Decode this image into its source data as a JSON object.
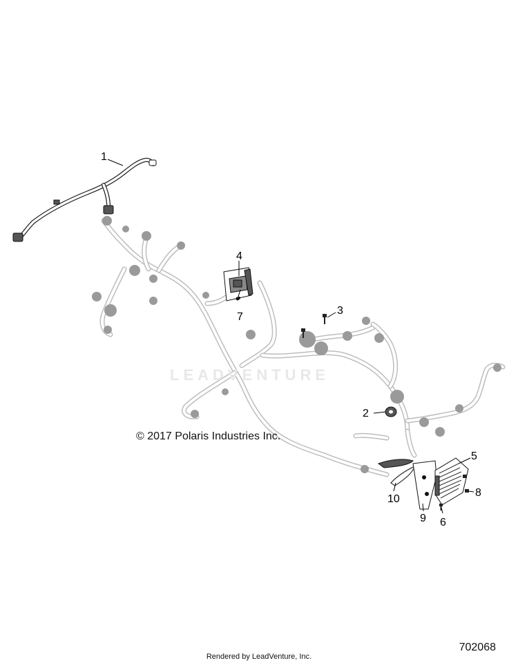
{
  "diagram": {
    "callouts": [
      "1",
      "2",
      "3",
      "4",
      "5",
      "6",
      "7",
      "8",
      "9",
      "10"
    ],
    "copyright": "© 2017 Polaris Industries Inc.",
    "watermark_text": "LEADVENTURE",
    "footer": "Rendered by LeadVenture, Inc.",
    "drawing_number": "702068"
  }
}
